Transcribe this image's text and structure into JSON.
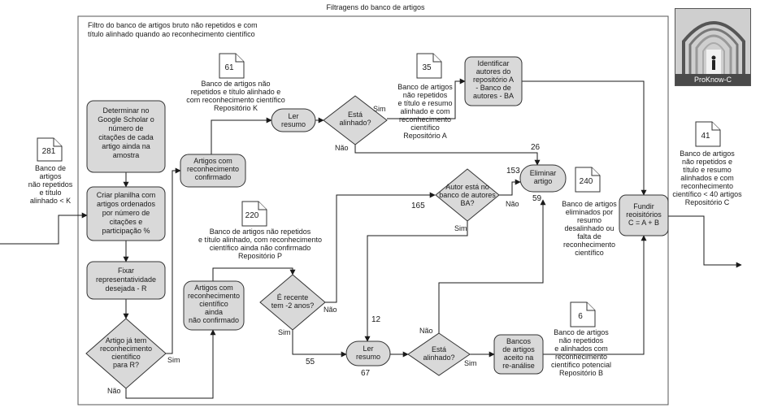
{
  "title": "Filtragens do banco de artigos",
  "frame_caption": [
    "Filtro do banco de artigos bruto não repetidos e com",
    "título alinhado quando ao reconhecimento científico"
  ],
  "logo": {
    "text": "ProKnow-C",
    "icon": "archway-icon"
  },
  "documents": {
    "d281": {
      "number": "281",
      "label": [
        "Banco de",
        "artigos",
        "não repetidos",
        "e título",
        "alinhado < K"
      ]
    },
    "d61": {
      "number": "61",
      "label": [
        "Banco de artigos não",
        "repetidos e título alinhado e",
        "com reconhecimento científico",
        "Repositório K"
      ]
    },
    "d35": {
      "number": "35",
      "label": [
        "Banco de artigos",
        "não repetidos",
        "e título e resumo",
        "alinhado e com",
        "reconhecimento",
        "científico",
        "Repositório A"
      ]
    },
    "d220": {
      "number": "220",
      "label": [
        "Banco de artigos não repetidos",
        "e título alinhado, com  reconhecimento",
        "científico ainda não confirmado",
        "Repositório P"
      ]
    },
    "d240": {
      "number": "240",
      "label": [
        "Banco de artigos",
        "eliminados por",
        "resumo",
        "desalinhado ou",
        "falta de",
        "reconhecimento",
        "científico"
      ]
    },
    "d6": {
      "number": "6",
      "label": [
        "Banco de artigos",
        "não repetidos",
        "e alinhados com",
        "reconhecimento",
        "científico potencial",
        "Repositório B"
      ]
    },
    "d41": {
      "number": "41",
      "label": [
        "Banco de artigos",
        "não repetidos e",
        "título e resumo",
        "alinhados e com",
        "reconhecimento",
        "científico < 40 artigos",
        "Repositório C"
      ]
    }
  },
  "process": {
    "determinar": [
      "Determinar no",
      "Google Scholar o",
      "número de",
      "citações de cada",
      "artigo ainda na",
      "amostra"
    ],
    "criar": [
      "Criar planilha com",
      "artigos ordenados",
      "por número de",
      "citações e",
      "participação %"
    ],
    "fixar": [
      "Fixar",
      "representatividade",
      "desejada - R"
    ],
    "confirmado": [
      "Artigos com",
      "reconhecimento",
      "confirmado"
    ],
    "nao_confirmado": [
      "Artigos com",
      "reconhecimento",
      "científico",
      "ainda",
      "não confirmado"
    ],
    "identificar": [
      "Identificar",
      "autores do",
      "repositório A",
      "- Banco de",
      "autores - BA"
    ],
    "bancos_aceito": [
      "Bancos",
      "de artigos",
      "aceito na",
      "re-análise"
    ],
    "fundir": [
      "Fundir",
      "reoisitórios",
      "C = A + B"
    ]
  },
  "terminals": {
    "ler1": [
      "Ler",
      "resumo"
    ],
    "ler2": [
      "Ler",
      "resumo"
    ],
    "eliminar": [
      "Eliminar",
      "artigo"
    ]
  },
  "decisions": {
    "ja_tem": [
      "Artigo já tem",
      "reconhecimento",
      "científico",
      "para R?"
    ],
    "alinhado1": [
      "Está",
      "alinhado?"
    ],
    "recente": [
      "É recente",
      "tem -2 anos?"
    ],
    "autor": [
      "Autor está no",
      "banco de autores",
      "BA?"
    ],
    "alinhado2": [
      "Está",
      "alinhado?"
    ]
  },
  "edge_labels": {
    "sim": "Sim",
    "nao": "Não"
  },
  "counts": {
    "c26": "26",
    "c153": "153",
    "c59": "59",
    "c165": "165",
    "c12": "12",
    "c55": "55",
    "c67": "67"
  }
}
